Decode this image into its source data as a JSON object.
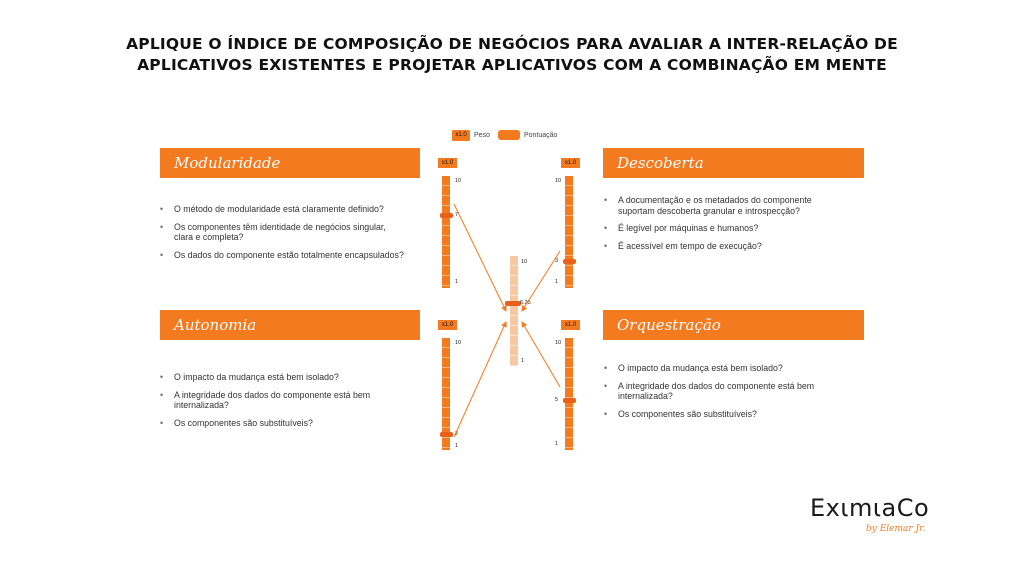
{
  "title": {
    "line1": "APLIQUE O ÍNDICE DE COMPOSIÇÃO DE NEGÓCIOS PARA AVALIAR A INTER-RELAÇÃO DE",
    "line2": "APLICATIVOS EXISTENTES E PROJETAR APLICATIVOS COM A COMBINAÇÃO EM MENTE"
  },
  "legend": {
    "weight_badge": "x1.0",
    "weight_label": "Peso",
    "score_label": "Pontuação"
  },
  "sections": {
    "modularidade": {
      "heading": "Modularidade",
      "items": [
        "O método de modularidade está claramente definido?",
        "Os componentes têm identidade de negócios singular, clara e completa?",
        "Os dados do componente estão totalmente encapsulados?"
      ],
      "gauge": {
        "weight": "x1.0",
        "max_label": "10",
        "min_label": "1",
        "score": 7,
        "score_label": "7"
      }
    },
    "descoberta": {
      "heading": "Descoberta",
      "items": [
        "A documentação e os metadados do componente suportam descoberta granular e introspecção?",
        "É legível por máquinas e humanos?",
        "É acessível em tempo de execução?"
      ],
      "gauge": {
        "weight": "x1.0",
        "max_label": "10",
        "min_label": "1",
        "score": 3,
        "score_label": "3"
      }
    },
    "autonomia": {
      "heading": "Autonomia",
      "items": [
        "O impacto da mudança está bem isolado?",
        "A integridade dos dados do componente está bem internalizada?",
        "Os componentes são substituíveis?"
      ],
      "gauge": {
        "weight": "x1.0",
        "max_label": "10",
        "min_label": "1",
        "score": 2,
        "score_label": "2"
      }
    },
    "orquestracao": {
      "heading": "Orquestração",
      "items": [
        "O impacto da mudança está bem isolado?",
        "A integridade dos dados do componente está bem internalizada?",
        "Os componentes são substituíveis?"
      ],
      "gauge": {
        "weight": "x1.0",
        "max_label": "10",
        "min_label": "1",
        "score": 5,
        "score_label": "5"
      }
    }
  },
  "result": {
    "max_label": "10",
    "min_label": "1",
    "score": 6.25,
    "score_label": "6.25"
  },
  "brand": {
    "logo": "EXIMIACO",
    "logo_display": "ExιmιaCo",
    "tagline": "by Elemar Jr."
  },
  "colors": {
    "accent": "#f47a20",
    "marker": "#e8601a",
    "text": "#333333"
  }
}
